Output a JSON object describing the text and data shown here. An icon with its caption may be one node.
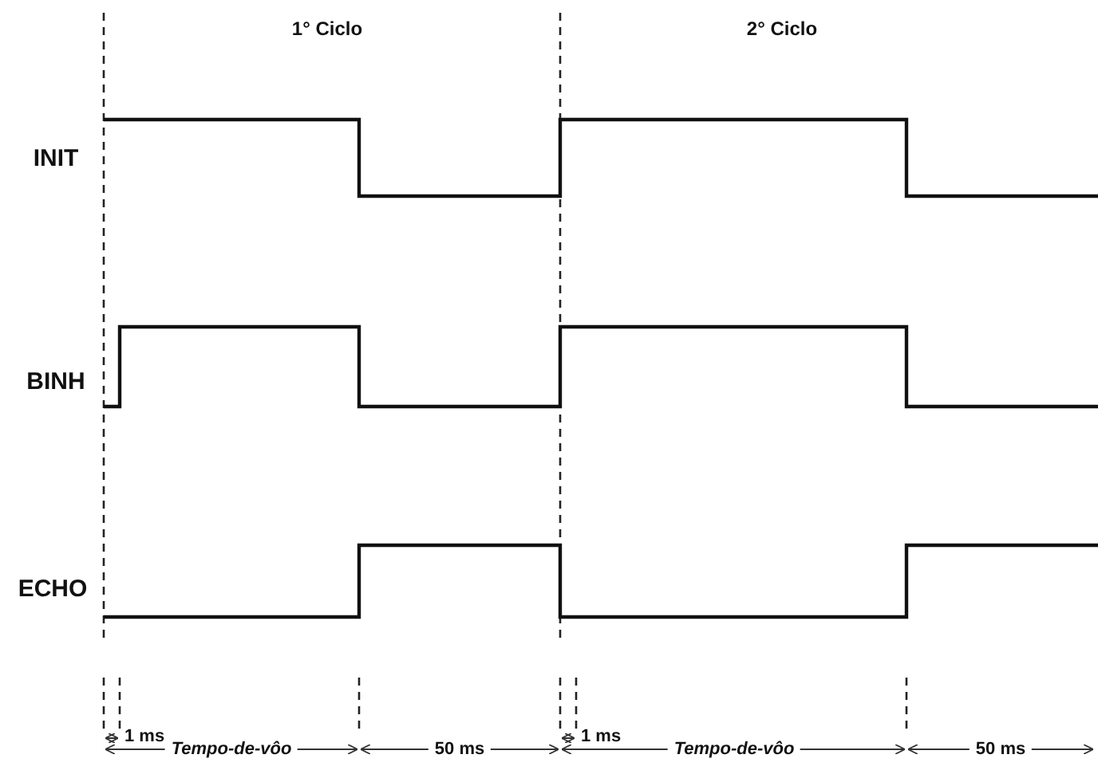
{
  "diagram": {
    "labels": [
      "1° Ciclo",
      "2° Ciclo",
      "INIT",
      "BINH",
      "ECHO",
      "1 ms",
      "1 ms",
      "Tempo-de-vôo",
      "50 ms",
      "Tempo-de-vôo",
      "50 ms"
    ]
  }
}
